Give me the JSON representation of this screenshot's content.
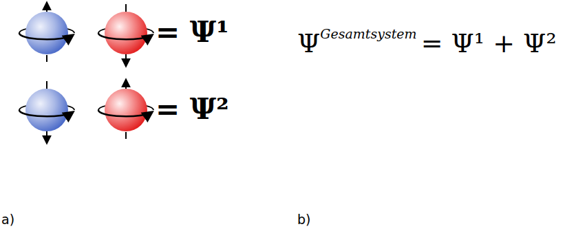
{
  "diagram": {
    "labels": [
      "= Ψ¹",
      "= Ψ²",
      "Ψ",
      "Gesamtsystem",
      "= Ψ¹ + Ψ²",
      "a)",
      "b)"
    ]
  }
}
